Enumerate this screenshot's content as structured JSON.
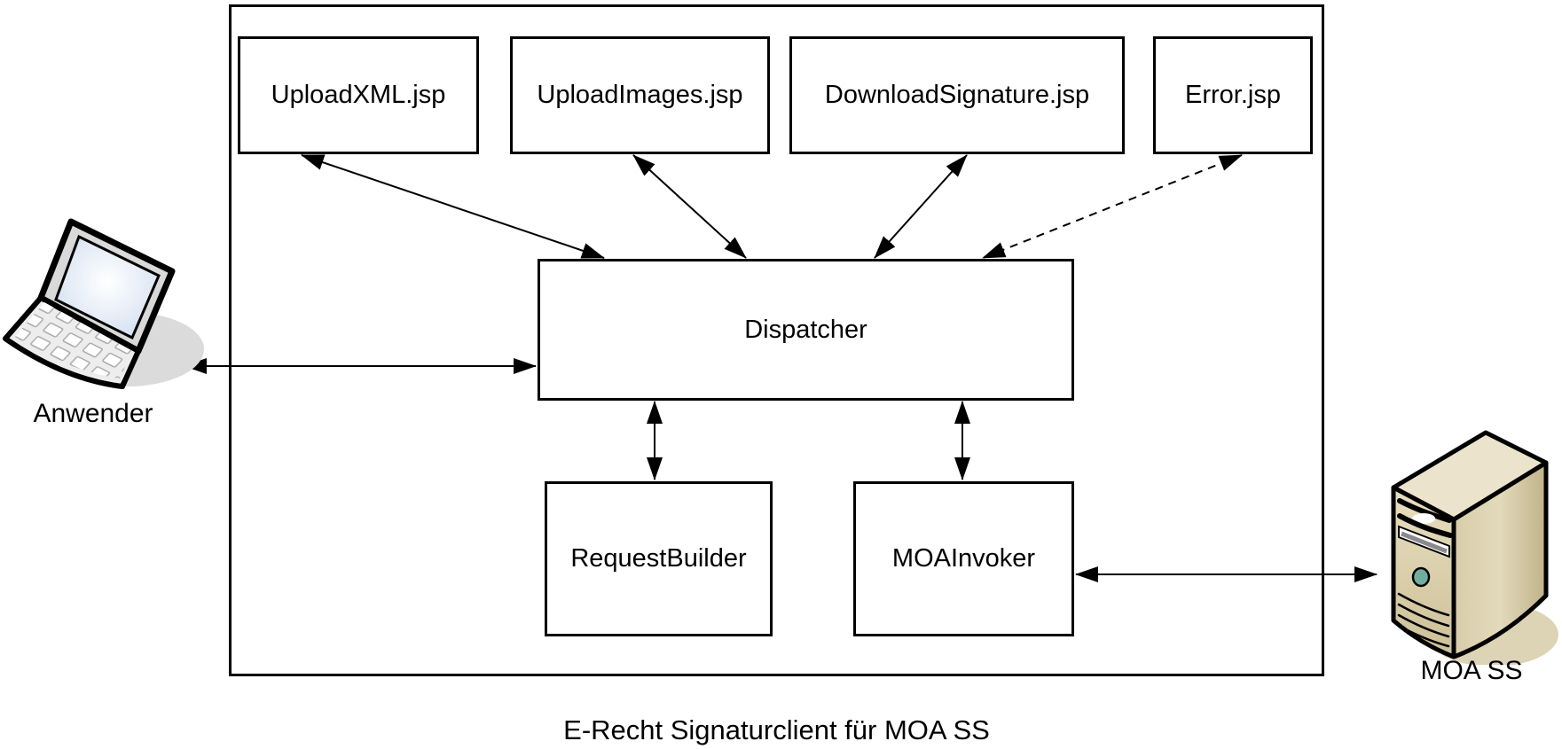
{
  "diagram": {
    "caption": "E-Recht Signaturclient für MOA SS",
    "nodes": [
      {
        "id": "upload-xml",
        "label": "UploadXML.jsp"
      },
      {
        "id": "upload-images",
        "label": "UploadImages.jsp"
      },
      {
        "id": "download-signature",
        "label": "DownloadSignature.jsp"
      },
      {
        "id": "error",
        "label": "Error.jsp"
      },
      {
        "id": "dispatcher",
        "label": "Dispatcher"
      },
      {
        "id": "request-builder",
        "label": "RequestBuilder"
      },
      {
        "id": "moa-invoker",
        "label": "MOAInvoker"
      }
    ],
    "actors": [
      {
        "id": "anwender",
        "label": "Anwender",
        "icon": "laptop-icon"
      },
      {
        "id": "moa-ss",
        "label": "MOA SS",
        "icon": "server-icon"
      }
    ],
    "edges": [
      {
        "from": "UploadXML.jsp",
        "to": "Dispatcher",
        "style": "solid",
        "bidirectional": true
      },
      {
        "from": "UploadImages.jsp",
        "to": "Dispatcher",
        "style": "solid",
        "bidirectional": true
      },
      {
        "from": "DownloadSignature.jsp",
        "to": "Dispatcher",
        "style": "solid",
        "bidirectional": true
      },
      {
        "from": "Error.jsp",
        "to": "Dispatcher",
        "style": "dashed",
        "bidirectional": true
      },
      {
        "from": "Anwender",
        "to": "Dispatcher",
        "style": "solid",
        "bidirectional": true
      },
      {
        "from": "Dispatcher",
        "to": "RequestBuilder",
        "style": "solid",
        "bidirectional": true
      },
      {
        "from": "Dispatcher",
        "to": "MOAInvoker",
        "style": "solid",
        "bidirectional": true
      },
      {
        "from": "MOAInvoker",
        "to": "MOA SS",
        "style": "solid",
        "bidirectional": true
      }
    ],
    "colors": {
      "line": "#000000",
      "background": "#ffffff",
      "laptop_screen": "#c3d3ea",
      "laptop_body": "#ededed",
      "laptop_shadow": "#dbdbdb",
      "server_top": "#ebe3cb",
      "server_front": "#ddd2ae",
      "server_side": "#c9bc93",
      "server_button": "#6fae9e",
      "server_shadow": "#d5c8a3"
    }
  }
}
